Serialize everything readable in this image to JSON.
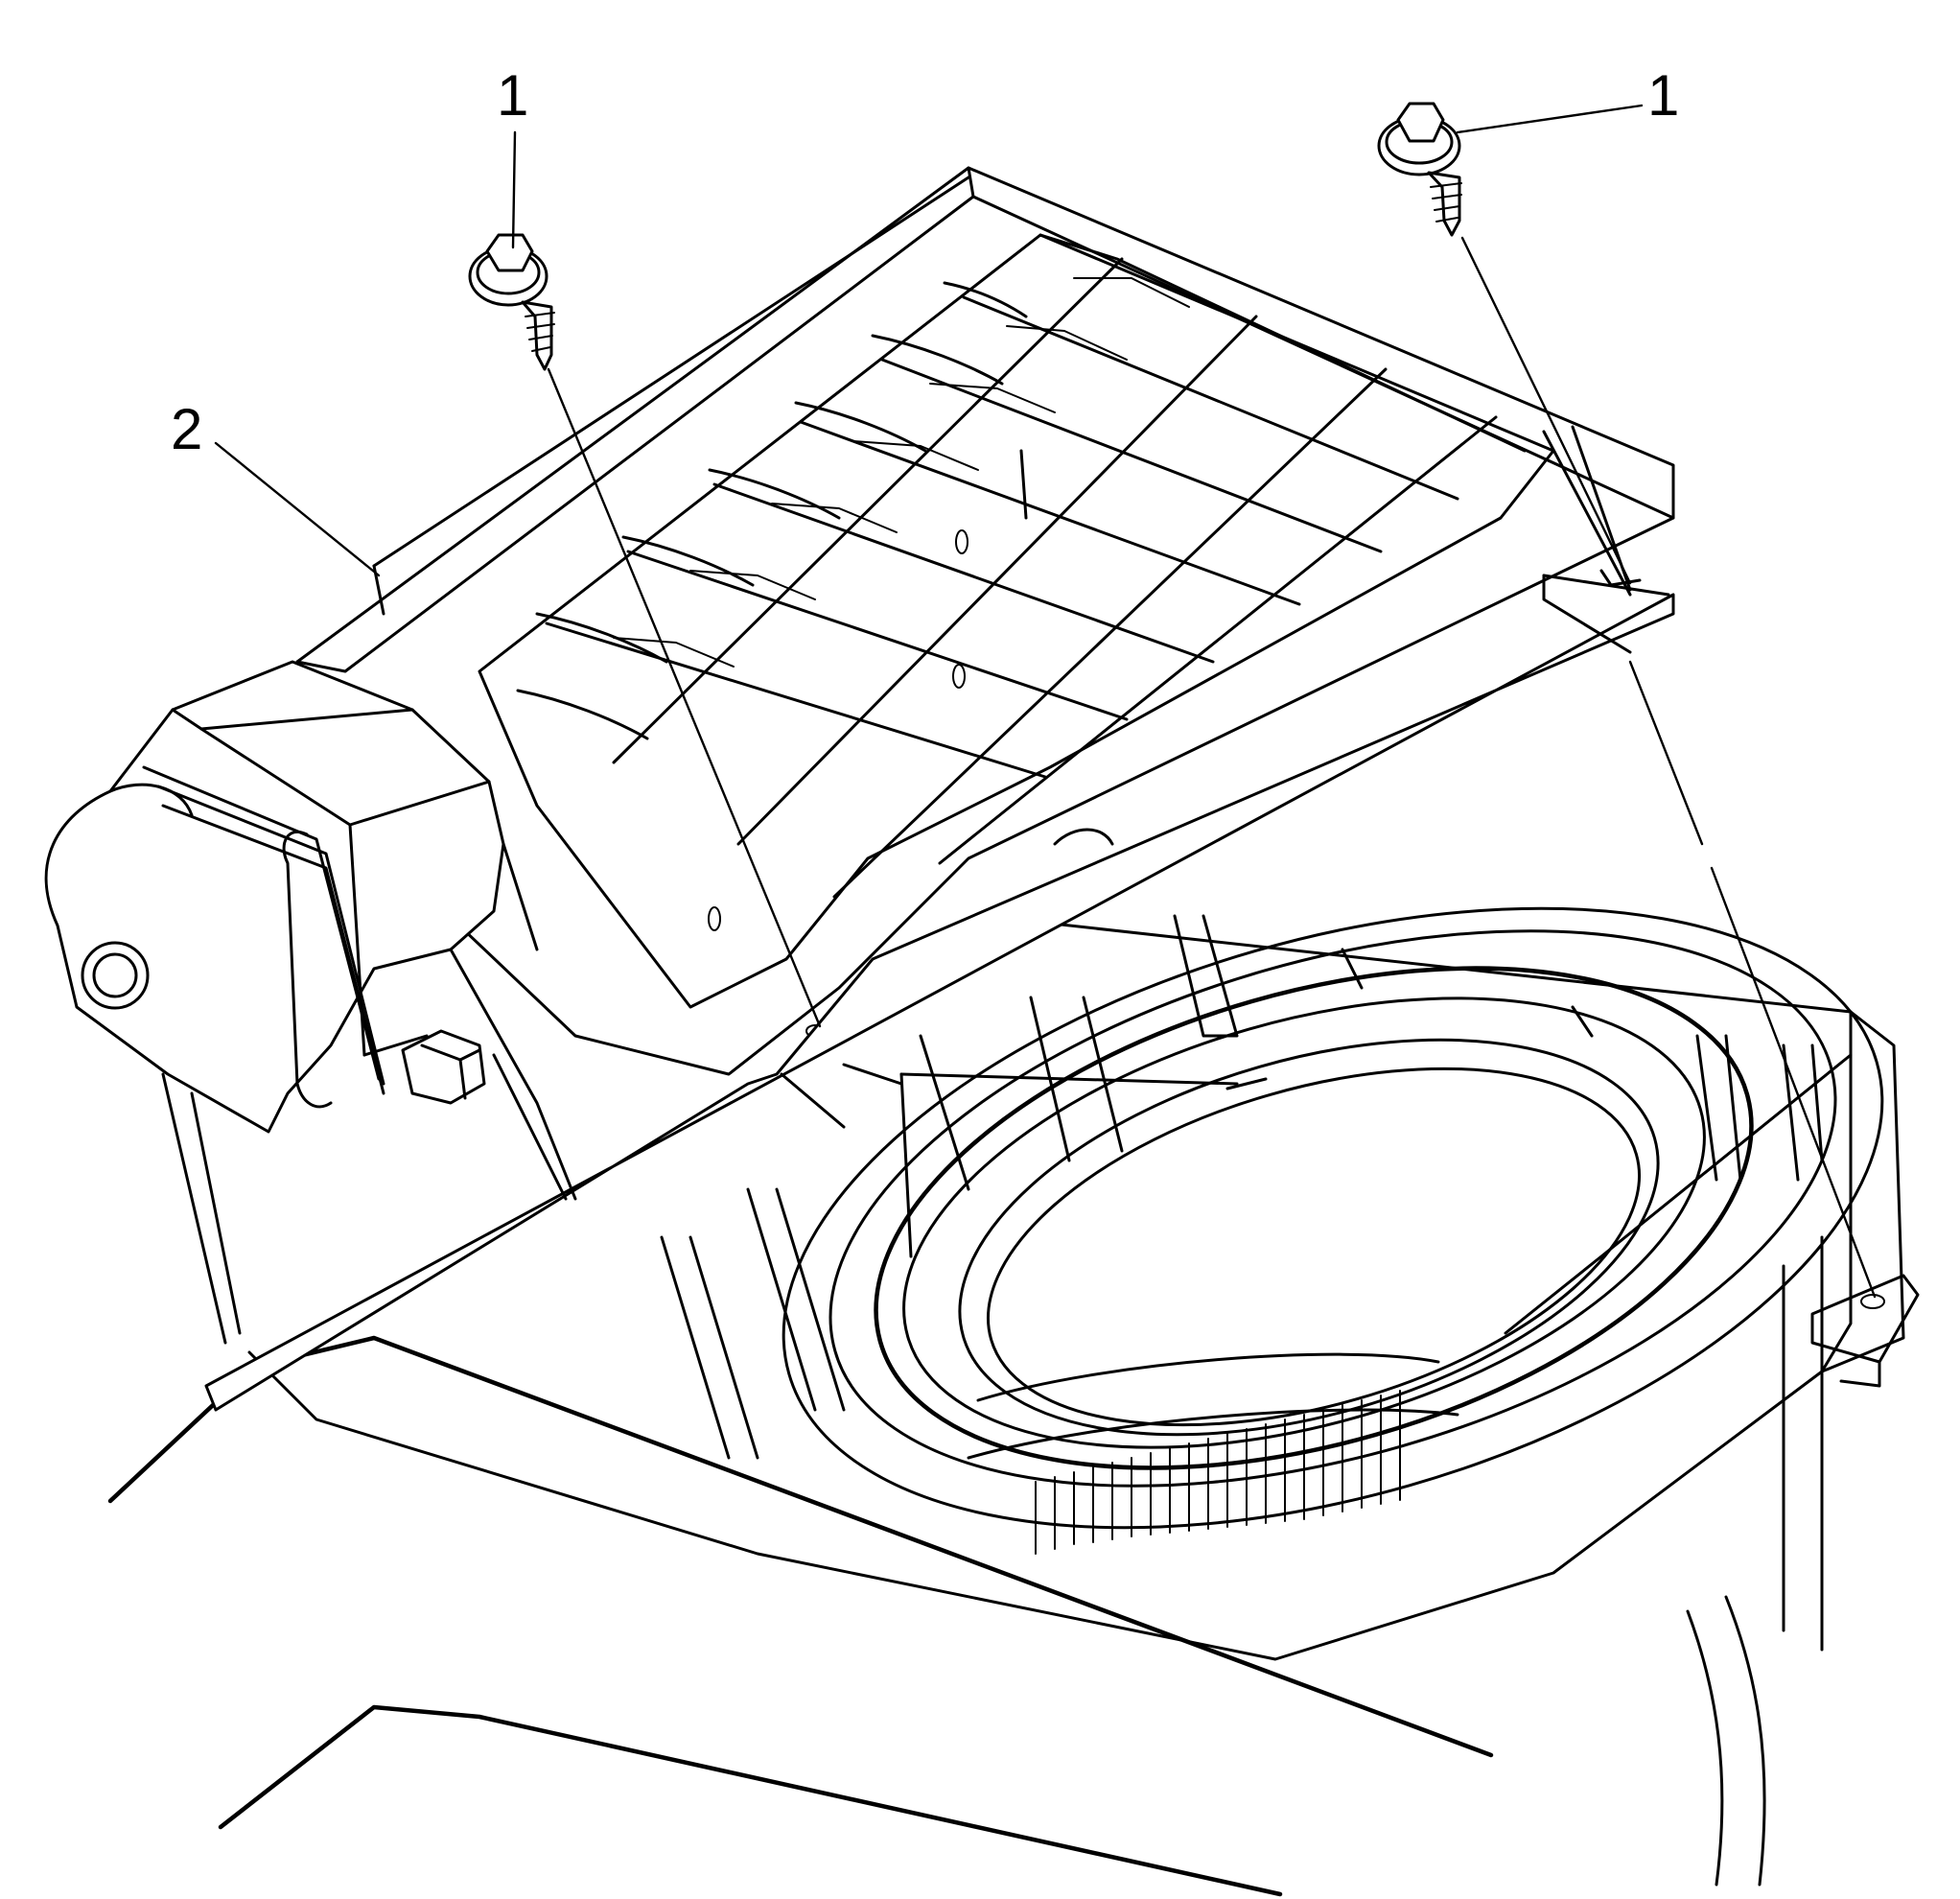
{
  "diagram": {
    "callouts": [
      {
        "id": "screw-left",
        "label": "1"
      },
      {
        "id": "screw-right",
        "label": "1"
      },
      {
        "id": "housing",
        "label": "2"
      }
    ],
    "parts": {
      "fastener": "screw",
      "assembly": "blower-housing-with-filter-grid"
    }
  }
}
